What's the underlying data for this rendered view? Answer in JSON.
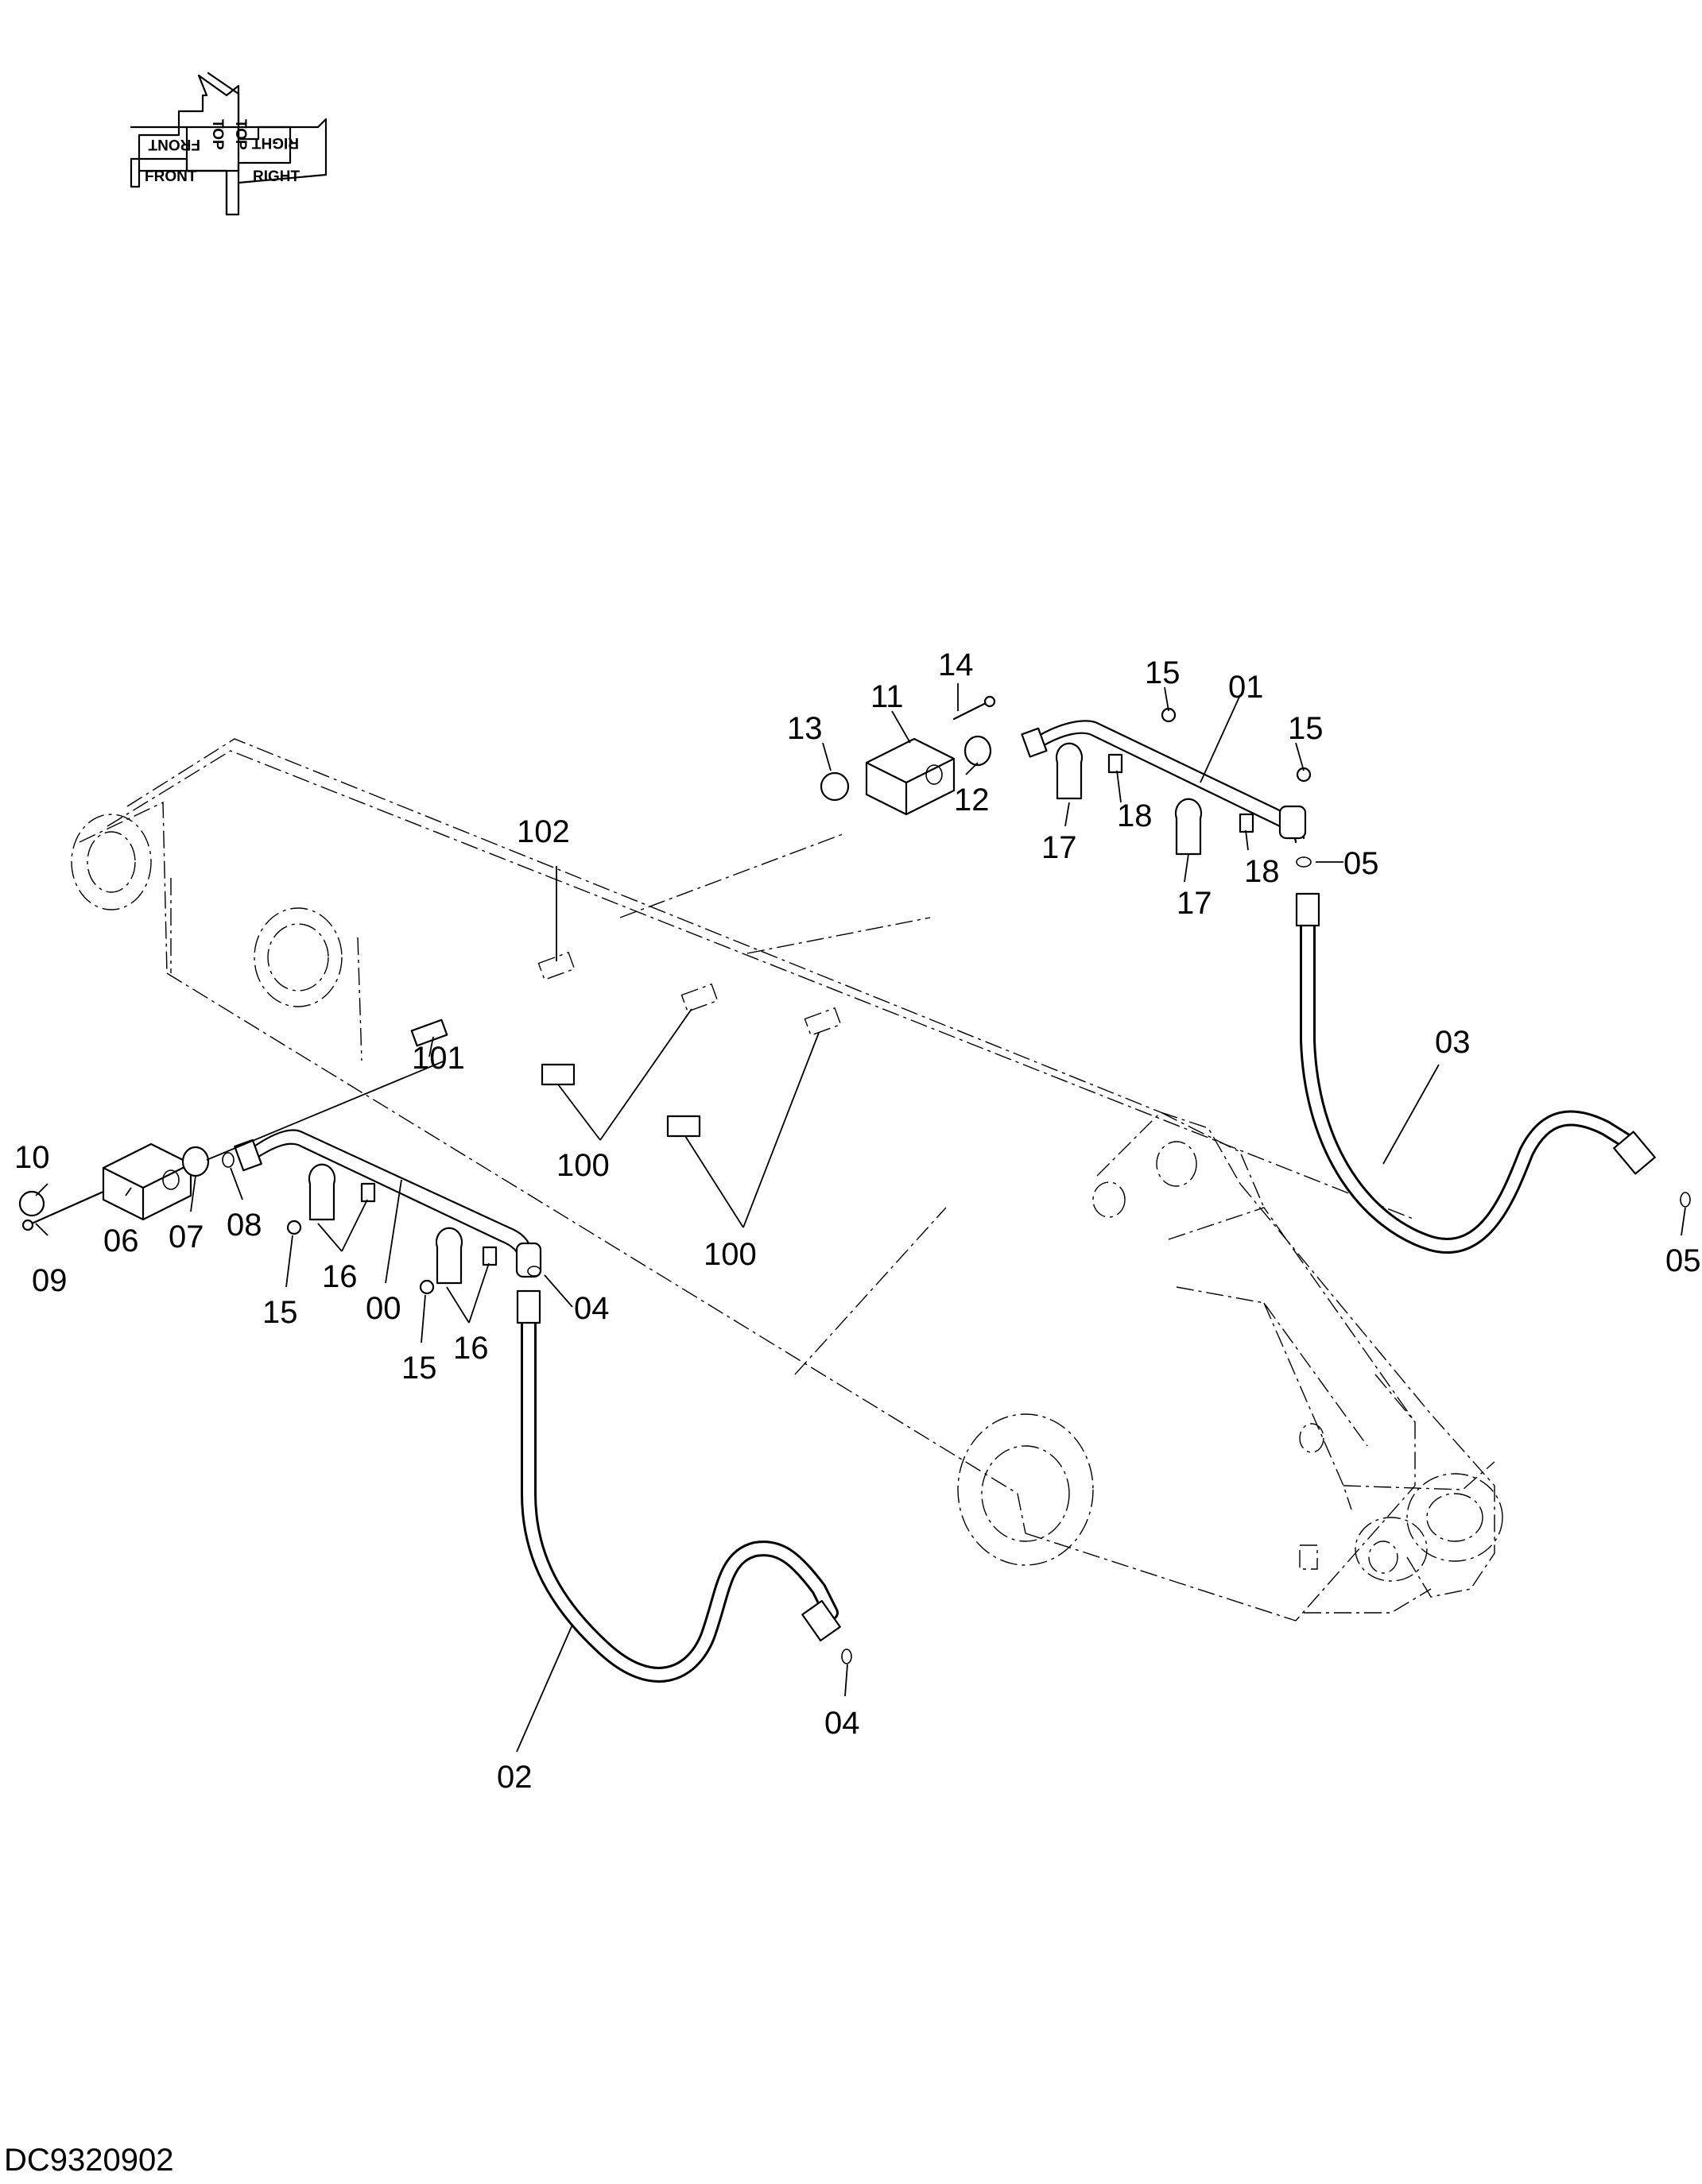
{
  "orientation": {
    "front": "FRONT",
    "top": "TOP",
    "right": "RIGHT",
    "front_mirror": "FRONT",
    "top_mirror": "TOP",
    "right_mirror": "RIGHT"
  },
  "drawing_code": "DC9320902",
  "callouts": [
    "00",
    "01",
    "02",
    "03",
    "04",
    "04",
    "05",
    "05",
    "06",
    "07",
    "08",
    "09",
    "10",
    "11",
    "12",
    "13",
    "14",
    "15",
    "15",
    "15",
    "15",
    "16",
    "16",
    "17",
    "17",
    "18",
    "18",
    "100",
    "100",
    "101",
    "102"
  ],
  "icons": [
    "orientation-arrow-icon"
  ]
}
